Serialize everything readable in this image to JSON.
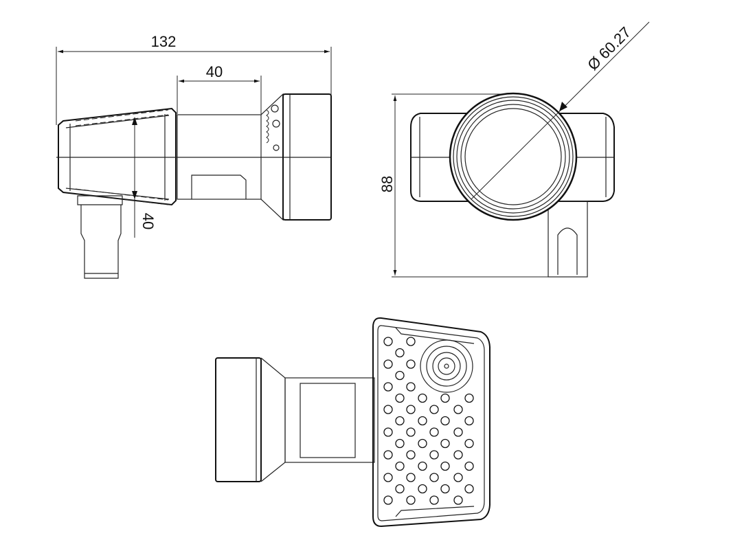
{
  "title": "LNB dimensional drawing",
  "dimensions": {
    "overall_length": "132",
    "neck_length": "40",
    "horn_height": "40",
    "overall_height": "88",
    "feed_diameter": "Ø 60.27"
  },
  "colors": {
    "line": "#222222",
    "background": "#ffffff"
  }
}
